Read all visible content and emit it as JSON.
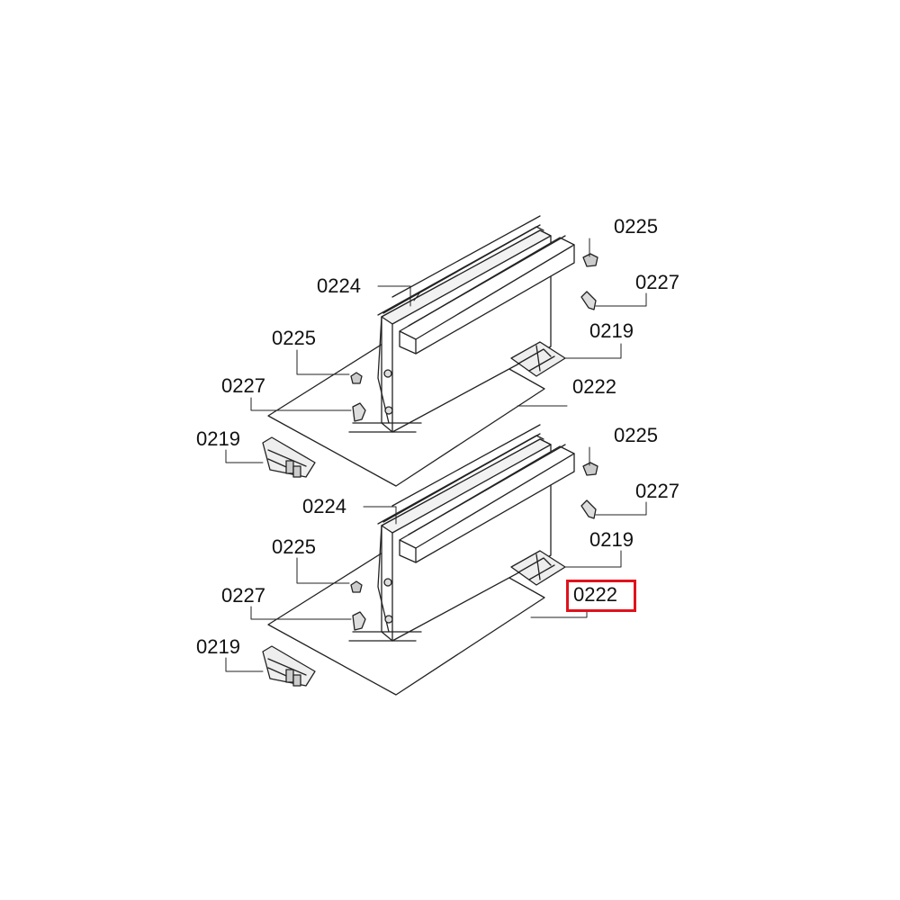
{
  "diagram": {
    "accent_color": "#e0121b",
    "highlighted_part": "0222",
    "upper_assembly": {
      "labels": {
        "hinge_cover_right": "0225",
        "hinge_pin_right": "0227",
        "hinge_right": "0219",
        "drawer_front": "0224",
        "hinge_cover_left": "0225",
        "hinge_pin_left": "0227",
        "hinge_left": "0219",
        "drawer_panel": "0222"
      }
    },
    "lower_assembly": {
      "labels": {
        "hinge_cover_right": "0225",
        "hinge_pin_right": "0227",
        "hinge_right": "0219",
        "drawer_front": "0224",
        "hinge_cover_left": "0225",
        "hinge_pin_left": "0227",
        "hinge_left": "0219",
        "drawer_panel": "0222"
      }
    }
  }
}
